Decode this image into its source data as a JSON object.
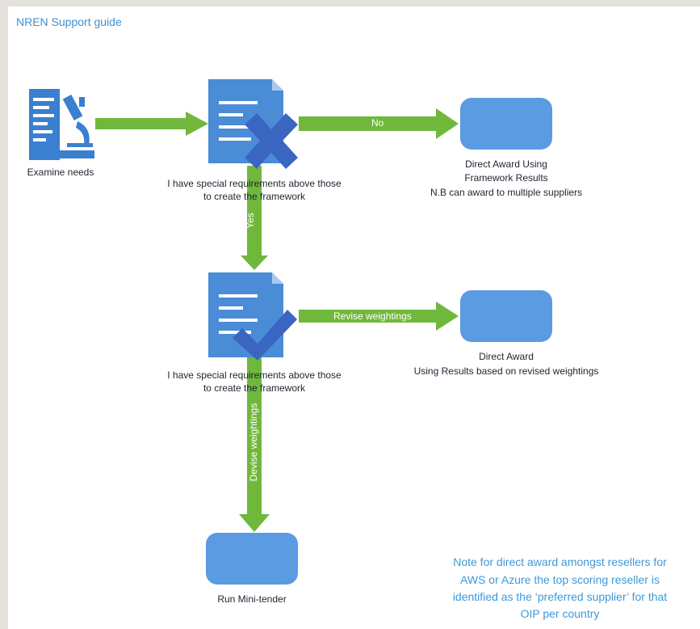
{
  "title": "NREN Support guide",
  "nodes": {
    "examine": "Examine needs",
    "special1_line1": "I have special requirements above those",
    "special1_line2": "to create the framework",
    "direct_award1_line1": "Direct Award Using",
    "direct_award1_line2": "Framework Results",
    "direct_award1_line3": "N.B can award to multiple suppliers",
    "special2_line1": "I have special requirements above those",
    "special2_line2": "to create the framework",
    "direct_award2_line1": "Direct Award",
    "direct_award2_line2": "Using Results based on revised weightings",
    "mini_tender": "Run Mini-tender"
  },
  "arrows": {
    "no": "No",
    "yes": "Yes",
    "revise": "Revise weightings",
    "devise": "Devise weightings"
  },
  "note": {
    "line1": "Note for direct award amongst resellers for",
    "line2": "AWS or Azure the top scoring reseller is",
    "line3": "identified as the ‘preferred supplier’ for that",
    "line4": "OIP per country"
  },
  "colors": {
    "arrow": "#70b83c",
    "box": "#5b9be2",
    "doc": "#4a8cd6",
    "mark": "#3a66c2",
    "title": "#3f8fd1",
    "note": "#3e98d8"
  }
}
